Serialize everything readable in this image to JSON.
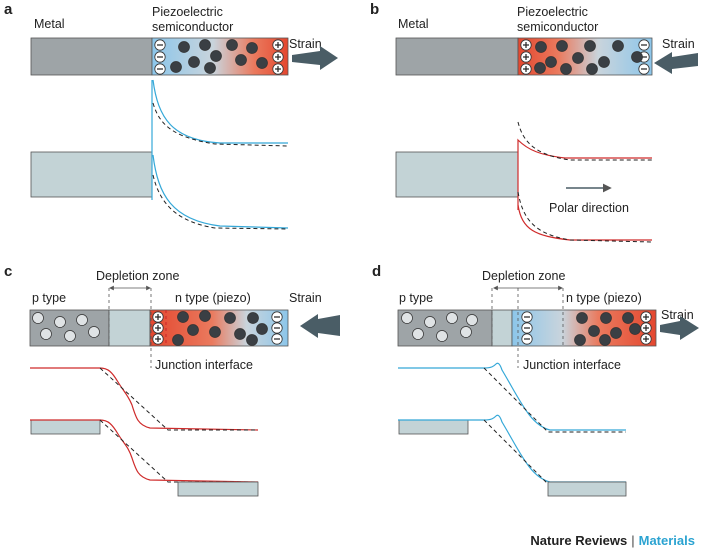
{
  "colors": {
    "metal": "#9ea4a7",
    "band": "#c3d3d6",
    "blue_curve": "#35a8d8",
    "red_curve": "#cf2b2b",
    "red_grad": "#e8543a",
    "blue_grad": "#8cc6ea",
    "arrow": "#4a5d66",
    "electron": "#3a3f44",
    "hole": "#dfe3e5"
  },
  "panels": {
    "a": {
      "label": "a",
      "metal": "Metal",
      "piezo_line1": "Piezoelectric",
      "piezo_line2": "semiconductor",
      "strain": "Strain"
    },
    "b": {
      "label": "b",
      "metal": "Metal",
      "piezo_line1": "Piezoelectric",
      "piezo_line2": "semiconductor",
      "strain": "Strain",
      "polar": "Polar direction"
    },
    "c": {
      "label": "c",
      "depletion": "Depletion zone",
      "ptype": "p type",
      "ntype": "n type (piezo)",
      "strain": "Strain",
      "junction": "Junction interface"
    },
    "d": {
      "label": "d",
      "depletion": "Depletion zone",
      "ptype": "p type",
      "ntype": "n type (piezo)",
      "strain": "Strain",
      "junction": "Junction interface"
    }
  },
  "footer": {
    "journal": "Nature Reviews",
    "separator": "|",
    "section": "Materials"
  }
}
